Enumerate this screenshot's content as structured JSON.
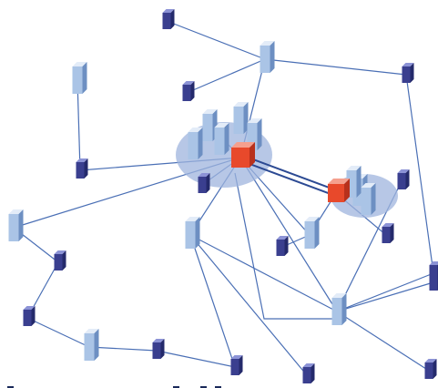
{
  "diagram": {
    "nodes": [
      {
        "id": "n1",
        "kind": "small-server",
        "role": "peripheral"
      },
      {
        "id": "n2",
        "kind": "tall-server",
        "role": "relay"
      },
      {
        "id": "n3",
        "kind": "small-server",
        "role": "peripheral"
      },
      {
        "id": "n4",
        "kind": "small-server",
        "role": "peripheral"
      },
      {
        "id": "n5",
        "kind": "tall-server",
        "role": "peripheral"
      },
      {
        "id": "n6",
        "kind": "small-server",
        "role": "peripheral"
      },
      {
        "id": "n7",
        "kind": "small-server",
        "role": "peripheral"
      },
      {
        "id": "n8",
        "kind": "small-server",
        "role": "peripheral"
      },
      {
        "id": "n9",
        "kind": "tall-server",
        "role": "relay"
      },
      {
        "id": "n10",
        "kind": "small-server",
        "role": "peripheral"
      },
      {
        "id": "n11",
        "kind": "small-server",
        "role": "peripheral"
      },
      {
        "id": "n12",
        "kind": "tall-server",
        "role": "relay"
      },
      {
        "id": "n13",
        "kind": "small-server",
        "role": "peripheral"
      },
      {
        "id": "n14",
        "kind": "small-server",
        "role": "peripheral"
      },
      {
        "id": "n15",
        "kind": "tall-server",
        "role": "relay"
      },
      {
        "id": "n16",
        "kind": "small-server",
        "role": "peripheral"
      },
      {
        "id": "n17",
        "kind": "tall-server",
        "role": "relay"
      },
      {
        "id": "n18",
        "kind": "small-server",
        "role": "peripheral"
      },
      {
        "id": "n19",
        "kind": "small-server",
        "role": "peripheral"
      },
      {
        "id": "n20",
        "kind": "small-server",
        "role": "peripheral"
      },
      {
        "id": "n21",
        "kind": "tall-server",
        "role": "relay"
      },
      {
        "id": "n22",
        "kind": "small-server",
        "role": "peripheral"
      },
      {
        "id": "n23",
        "kind": "small-server",
        "role": "peripheral"
      },
      {
        "id": "n24",
        "kind": "small-server",
        "role": "peripheral"
      }
    ],
    "clusters": [
      {
        "id": "cluster-main",
        "members": 5,
        "hub": "hub-main"
      },
      {
        "id": "cluster-secondary",
        "members": 3,
        "hub": "hub-secondary"
      }
    ],
    "hubs": [
      {
        "id": "hub-main",
        "color": "#e8492b"
      },
      {
        "id": "hub-secondary",
        "color": "#e8492b"
      }
    ],
    "links": [
      [
        "n1",
        "n2"
      ],
      [
        "n2",
        "n3"
      ],
      [
        "n3",
        "n24"
      ],
      [
        "n2",
        "n4"
      ],
      [
        "n2",
        "hub-main"
      ],
      [
        "n5",
        "n6"
      ],
      [
        "n6",
        "hub-main"
      ],
      [
        "hub-main",
        "n8"
      ],
      [
        "hub-main",
        "n9"
      ],
      [
        "hub-main",
        "n21"
      ],
      [
        "hub-main",
        "n15"
      ],
      [
        "hub-main",
        "n17"
      ],
      [
        "n9",
        "n10"
      ],
      [
        "n10",
        "n11"
      ],
      [
        "n11",
        "n12"
      ],
      [
        "n12",
        "n13"
      ],
      [
        "n13",
        "n14"
      ],
      [
        "n14",
        "n15"
      ],
      [
        "n15",
        "n16"
      ],
      [
        "n15",
        "n17"
      ],
      [
        "n17",
        "n18"
      ],
      [
        "n17",
        "n19"
      ],
      [
        "n17",
        "n20"
      ],
      [
        "n21",
        "n22"
      ],
      [
        "n21",
        "hub-secondary"
      ],
      [
        "hub-secondary",
        "n23"
      ],
      [
        "n24",
        "n17"
      ],
      [
        "n7",
        "hub-main"
      ]
    ],
    "backbone": {
      "from": "hub-main",
      "to": "hub-secondary",
      "style": "double"
    },
    "colors": {
      "link": "#4a6fb5",
      "server_front": "#3a3f8f",
      "server_top": "#8c93d6",
      "server_side": "#242a6b",
      "tall_front": "#aac4e6",
      "tall_side": "#6d8fc2",
      "tall_top": "#e3ecf8",
      "cluster_fill": "#9fb4dd",
      "hub_front": "#e8492b",
      "hub_side": "#b8311c",
      "hub_top": "#f5a08e"
    },
    "footer_text": ""
  }
}
